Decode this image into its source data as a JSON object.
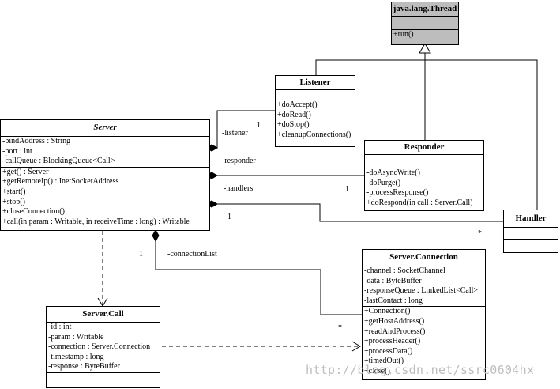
{
  "classes": {
    "thread": {
      "name": "java.lang.Thread",
      "methods": [
        "+run()"
      ]
    },
    "listener": {
      "name": "Listener",
      "methods": [
        "+doAccept()",
        "+doRead()",
        "+doStop()",
        "+cleanupConnections()"
      ]
    },
    "responder": {
      "name": "Responder",
      "methods": [
        "-doAsyncWrite()",
        "-doPurge()",
        "-processResponse()",
        "+doRespond(in call : Server.Call)"
      ]
    },
    "handler": {
      "name": "Handler"
    },
    "server": {
      "name": "Server",
      "attributes": [
        "-bindAddress : String",
        "-port : int",
        "-callQueue : BlockingQueue<Call>"
      ],
      "methods": [
        "+get() : Server",
        "+getRemoteIp() : InetSocketAddress",
        "+start()",
        "+stop()",
        "+closeConnection()",
        "+call(in param : Writable, in receiveTime : long) : Writable"
      ]
    },
    "call": {
      "name": "Server.Call",
      "attributes": [
        "-id : int",
        "-param : Writable",
        "-connection : Server.Connection",
        "-timestamp : long",
        "-response : ByteBuffer"
      ]
    },
    "connection": {
      "name": "Server.Connection",
      "attributes": [
        "-channel : SocketChannel",
        "-data : ByteBuffer",
        "-responseQueue : LinkedList<Call>",
        "-lastContact : long"
      ],
      "methods": [
        "+Connection()",
        "+getHostAddress()",
        "+readAndProcess()",
        "+processHeader()",
        "+processData()",
        "+timedOut()",
        "+close()"
      ]
    }
  },
  "labels": {
    "listener_role": "-listener",
    "responder_role": "-responder",
    "handlers_role": "-handlers",
    "connectionlist_role": "-connectionList",
    "mult_listener": "1",
    "mult_responder": "1",
    "mult_handlers": "1",
    "mult_server_conn": "1",
    "mult_handler_star": "*",
    "mult_conn_star": "*"
  },
  "watermark": "http://blog.csdn.net/ssrc0604hx"
}
